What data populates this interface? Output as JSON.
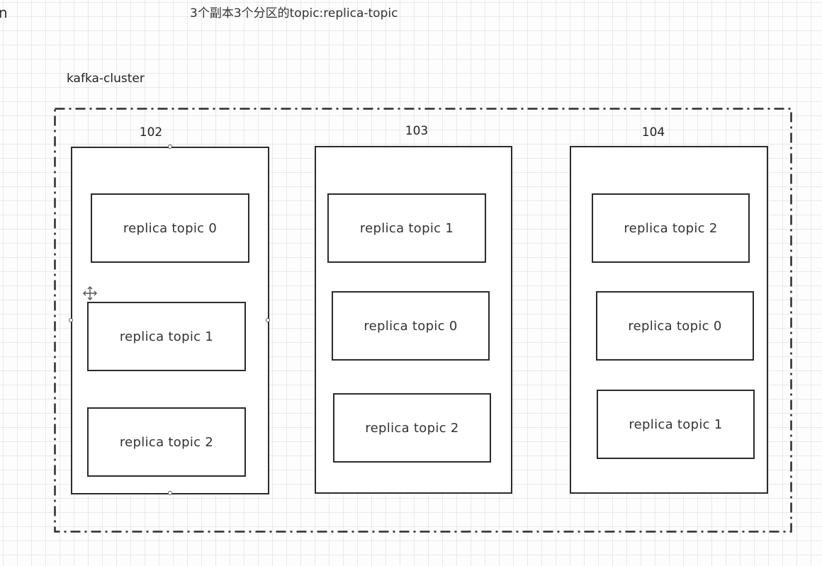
{
  "title": "3个副本3个分区的topic:replica-topic",
  "corner_glyph": "n",
  "cluster": {
    "label": "kafka-cluster"
  },
  "brokers": [
    {
      "id": "102",
      "replicas": [
        "replica topic 0",
        "replica topic 1",
        "replica topic 2"
      ]
    },
    {
      "id": "103",
      "replicas": [
        "replica topic 1",
        "replica topic 0",
        "replica topic 2"
      ]
    },
    {
      "id": "104",
      "replicas": [
        "replica topic 2",
        "replica topic 0",
        "replica topic 1"
      ]
    }
  ],
  "colors": {
    "stroke": "#2b2b2b",
    "grid": "#e9e9e9",
    "background": "#fdfdfd"
  }
}
